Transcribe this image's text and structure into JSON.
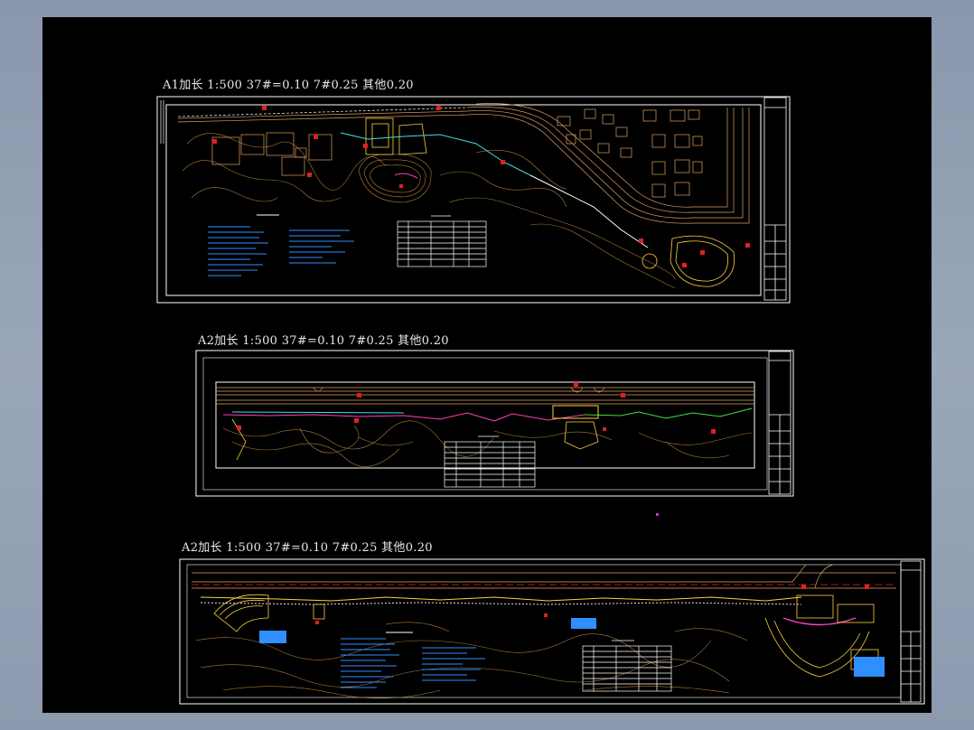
{
  "sheets": [
    {
      "title": "A1加长 1:500  37#=0.10  7#0.25 其他0.20"
    },
    {
      "title": "A2加长 1:500  37#=0.10  7#0.25 其他0.20"
    },
    {
      "title": "A2加长 1:500  37#=0.10  7#0.25 其他0.20"
    }
  ],
  "colors": {
    "background": "#000000",
    "frame": "#ffffff",
    "contour": "#b07a3a",
    "road": "#e0a060",
    "path": "#ffd040",
    "annotation": "#2f8fff",
    "marker": "#e02020",
    "pink": "#ff40c0"
  }
}
